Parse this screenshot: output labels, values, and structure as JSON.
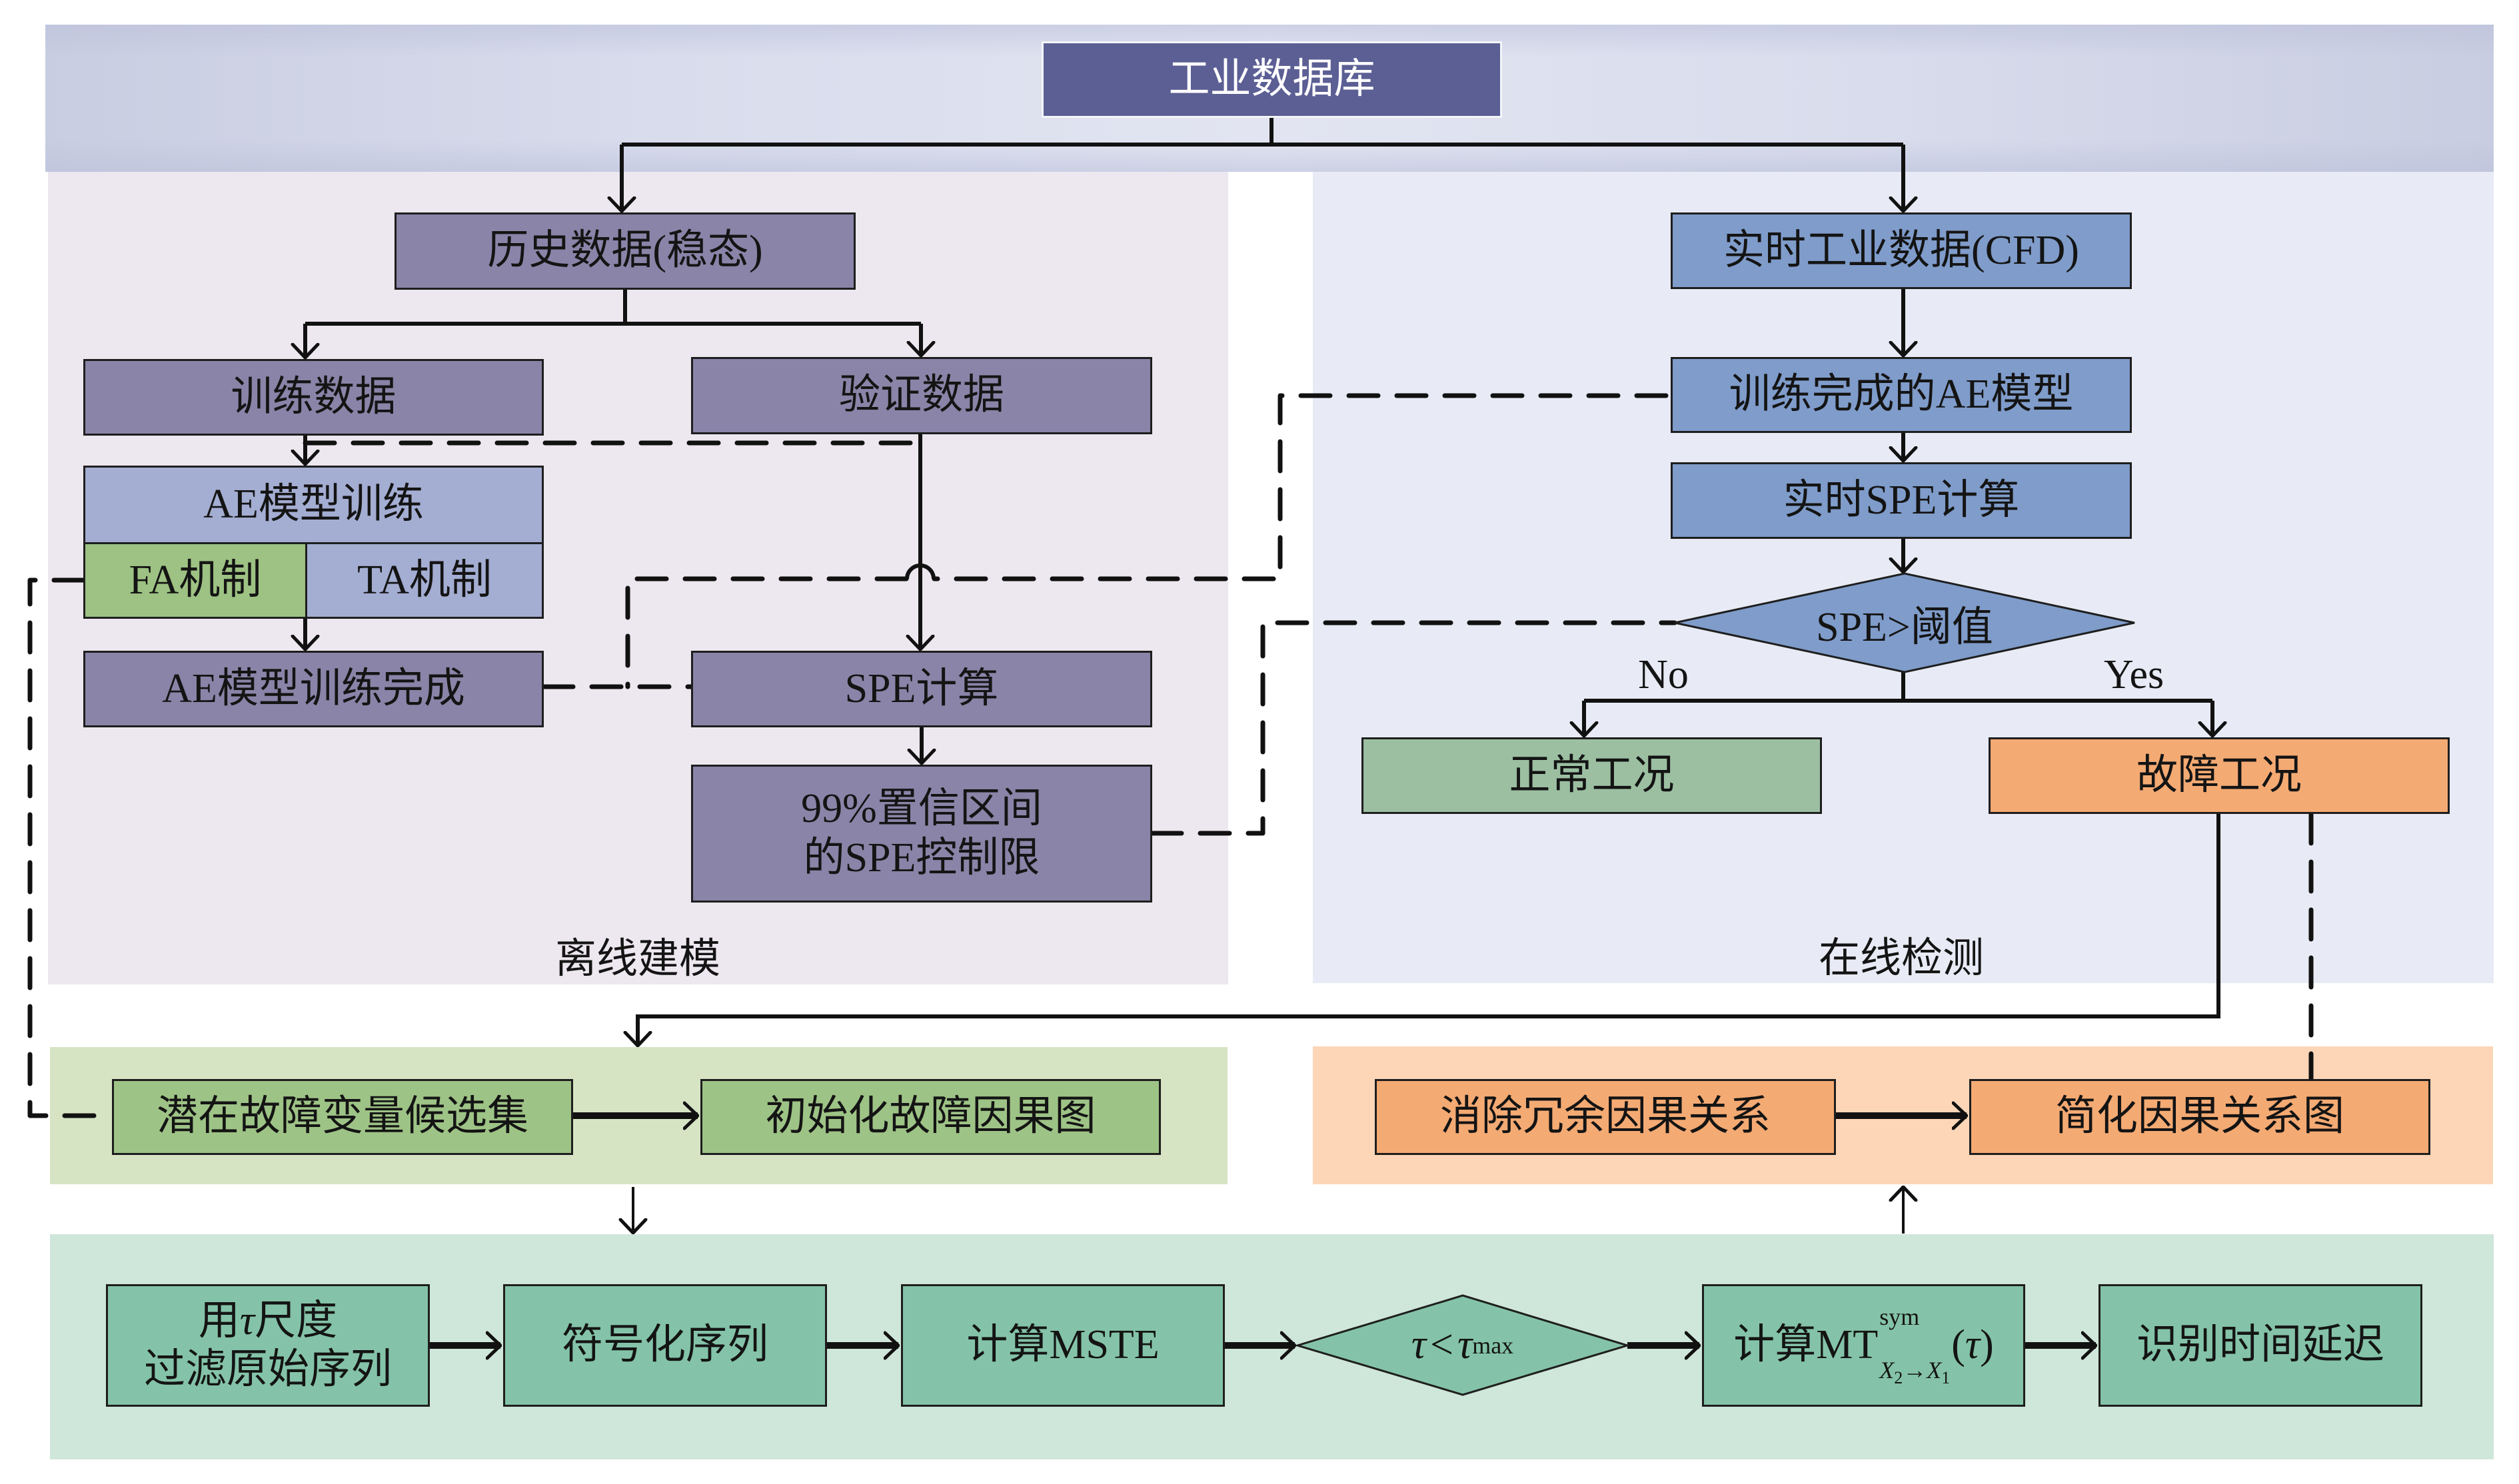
{
  "header": {
    "database": "工业数据库"
  },
  "offline_modeling": {
    "label": "离线建模",
    "history_data": "历史数据(稳态)",
    "training_data": "训练数据",
    "validation_data": "验证数据",
    "ae_training": {
      "title": "AE模型训练",
      "fa": "FA机制",
      "ta": "TA机制"
    },
    "ae_trained": "AE模型训练完成",
    "spe_calc": "SPE计算",
    "control_limit": [
      "99%置信区间",
      "的SPE控制限"
    ]
  },
  "online_detection": {
    "label": "在线检测",
    "realtime_data": "实时工业数据(CFD)",
    "trained_model": "训练完成的AE模型",
    "realtime_spe": "实时SPE计算",
    "decision": "SPE>阈值",
    "no_label": "No",
    "yes_label": "Yes",
    "normal": "正常工况",
    "fault": "故障工况"
  },
  "causal_init": {
    "candidate_set": "潜在故障变量候选集",
    "init_graph": "初始化故障因果图"
  },
  "causal_simplify": {
    "remove_redundant": "消除冗余因果关系",
    "simplified_graph": "简化因果关系图"
  },
  "time_delay": {
    "filter": {
      "line1_prefix": "用",
      "line1_symbol": "τ",
      "line1_suffix": "尺度",
      "line2": "过滤原始序列"
    },
    "symbolize": "符号化序列",
    "mste": "计算MSTE",
    "condition": {
      "lhs": "τ",
      "op": "<",
      "rhs": "τ",
      "rhs_sub": "max"
    },
    "mt": {
      "prefix": "计算",
      "operator": "MT",
      "sup": "sym",
      "sub_from": "X",
      "sub_from_index": "2",
      "sub_arrow": "→",
      "sub_to": "X",
      "sub_to_index": "1",
      "arg_open": "(",
      "arg": "τ",
      "arg_close": ")"
    },
    "identify": "识别时间延迟"
  },
  "colors": {
    "database": "#5c5f94",
    "offline_box": "#8a84a8",
    "ae_training_box": "#a4add2",
    "fa_box": "#9dc283",
    "online_box": "#7f9cca",
    "normal_box": "#9cbfa2",
    "fault_box": "#f4aa73",
    "candidate_box": "#9ec386",
    "delay_box": "#84c3a9",
    "band": "#d5d9ea",
    "offline_panel": "#ede7ef",
    "online_panel": "#e8ebf5",
    "causal_init_panel": "#d6e4c4",
    "causal_simplify_panel": "#fcd6b7",
    "delay_panel": "#cfe6da",
    "line": "#111111"
  }
}
